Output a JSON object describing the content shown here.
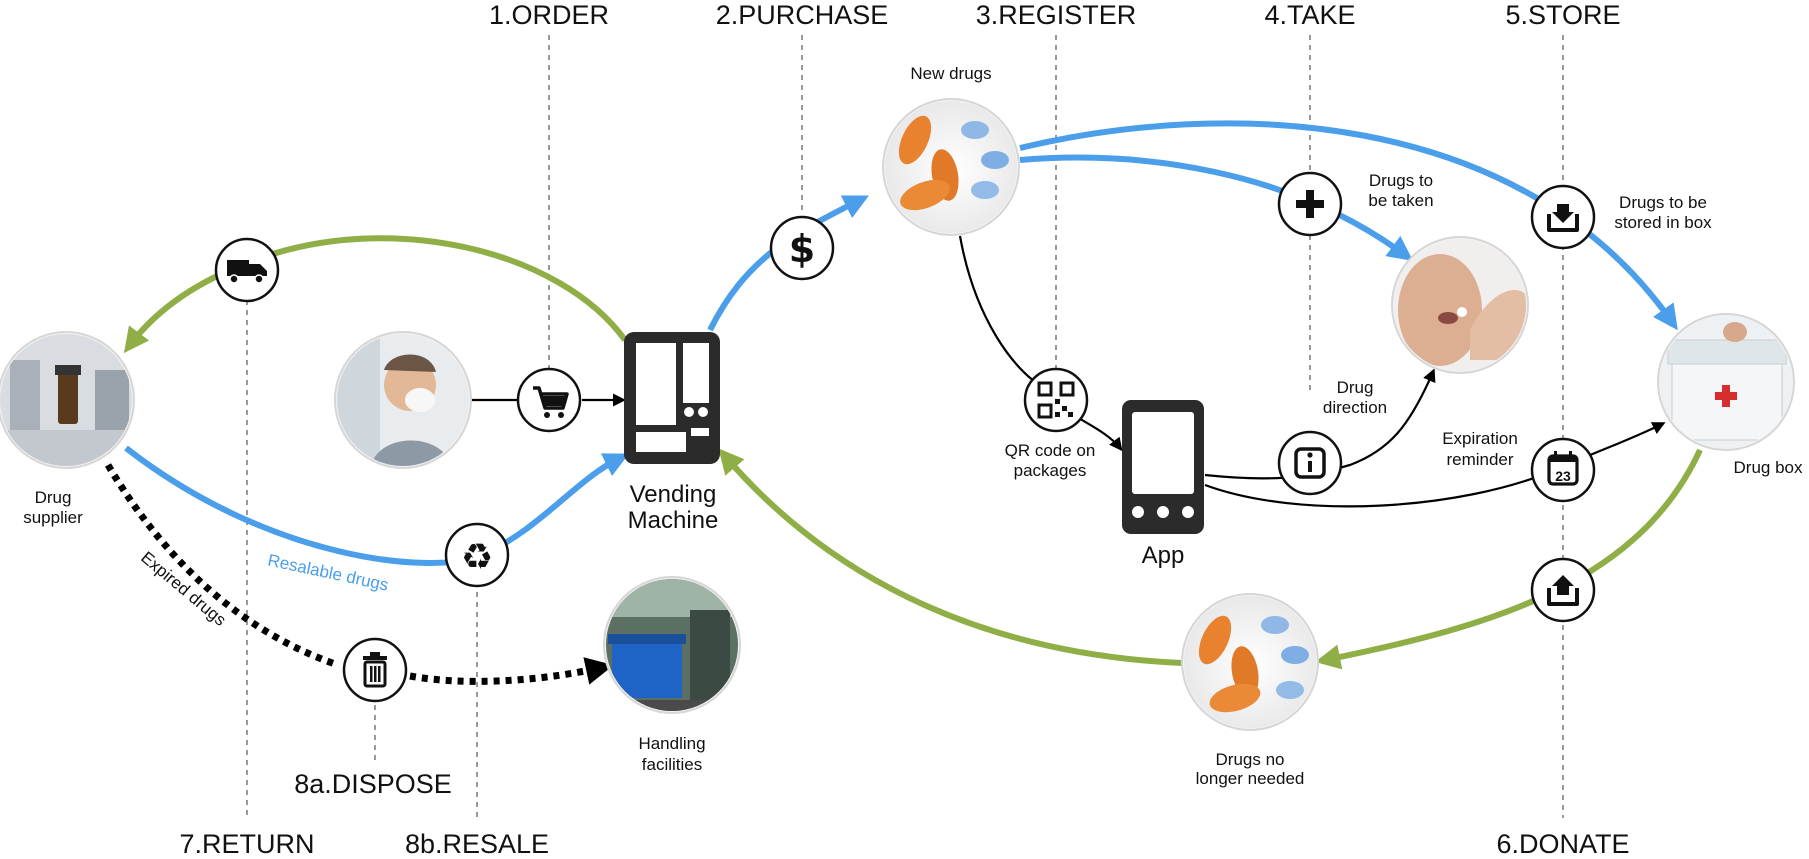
{
  "stages": {
    "order": "1.ORDER",
    "purchase": "2.PURCHASE",
    "register": "3.REGISTER",
    "take": "4.TAKE",
    "store": "5.STORE",
    "donate": "6.DONATE",
    "return": "7.RETURN",
    "dispose": "8a.DISPOSE",
    "resale": "8b.RESALE"
  },
  "nodes": {
    "new_drugs": "New drugs",
    "drugs_to_be_taken_1": "Drugs to",
    "drugs_to_be_taken_2": "be taken",
    "stored_1": "Drugs to be",
    "stored_2": "stored in box",
    "drug_direction_1": "Drug",
    "drug_direction_2": "direction",
    "expiration_1": "Expiration",
    "expiration_2": "reminder",
    "drug_box": "Drug box",
    "qr_1": "QR code on",
    "qr_2": "packages",
    "app": "App",
    "vending_1": "Vending",
    "vending_2": "Machine",
    "supplier_1": "Drug",
    "supplier_2": "supplier",
    "resalable": "Resalable drugs",
    "expired": "Expired drugs",
    "handling_1": "Handling",
    "handling_2": "facilities",
    "no_longer_1": "Drugs no",
    "no_longer_2": "longer needed"
  },
  "icons": {
    "truck": "truck-icon",
    "cart": "cart-icon",
    "dollar": "dollar-icon",
    "plus": "plus-icon",
    "store": "store-in-box-icon",
    "qr": "qr-code-icon",
    "info": "info-icon",
    "calendar": "calendar-icon",
    "calendar_day": "23",
    "upload": "upload-icon",
    "recycle": "recycle-icon",
    "trash": "trash-icon"
  },
  "colors": {
    "blue_flow": "#4a9eea",
    "green_flow": "#8fae46",
    "black_flow": "#000000"
  }
}
